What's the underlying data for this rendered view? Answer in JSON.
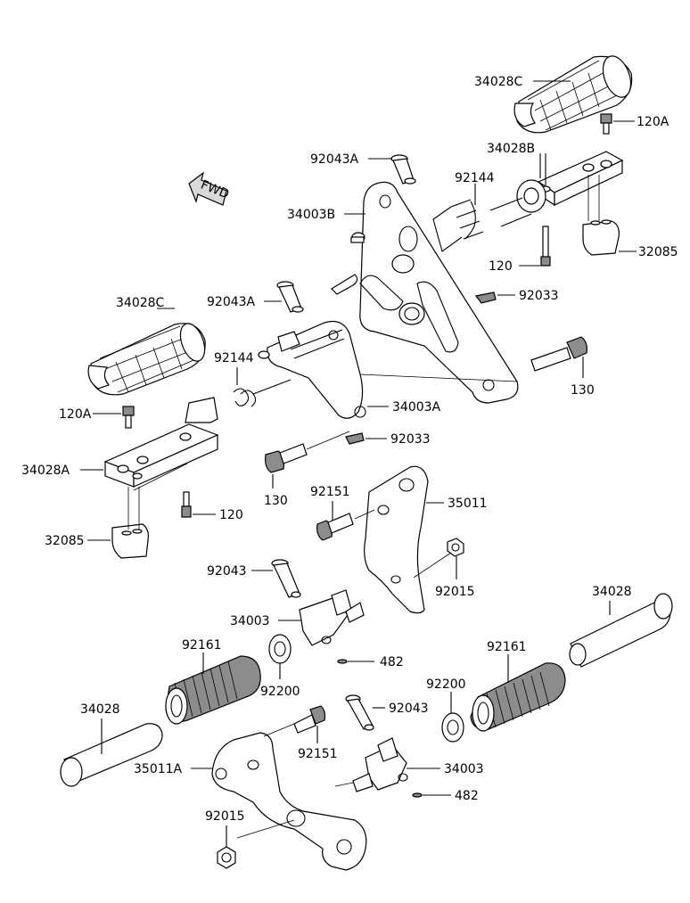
{
  "fwd_label": "FWD",
  "labels": {
    "l_34028C_top": "34028C",
    "l_120A_top": "120A",
    "l_34028B": "34028B",
    "l_92043A_top": "92043A",
    "l_92144_top": "92144",
    "l_34003B": "34003B",
    "l_120_top": "120",
    "l_32085_top": "32085",
    "l_92033_top": "92033",
    "l_92043A_mid": "92043A",
    "l_34028C_left": "34028C",
    "l_92144_left": "92144",
    "l_34003A": "34003A",
    "l_130_right": "130",
    "l_120A_left": "120A",
    "l_92033_mid": "92033",
    "l_34028A": "34028A",
    "l_130_mid": "130",
    "l_92151_top": "92151",
    "l_35011": "35011",
    "l_120_left": "120",
    "l_32085_left": "32085",
    "l_92043_mid": "92043",
    "l_92015_right": "92015",
    "l_34003_mid": "34003",
    "l_34028_right": "34028",
    "l_92161_left": "92161",
    "l_482_mid": "482",
    "l_92161_right": "92161",
    "l_92200_left": "92200",
    "l_92200_right": "92200",
    "l_34028_left": "34028",
    "l_92043_low": "92043",
    "l_92151_low": "92151",
    "l_35011A": "35011A",
    "l_34003_low": "34003",
    "l_92015_low": "92015",
    "l_482_low": "482"
  }
}
